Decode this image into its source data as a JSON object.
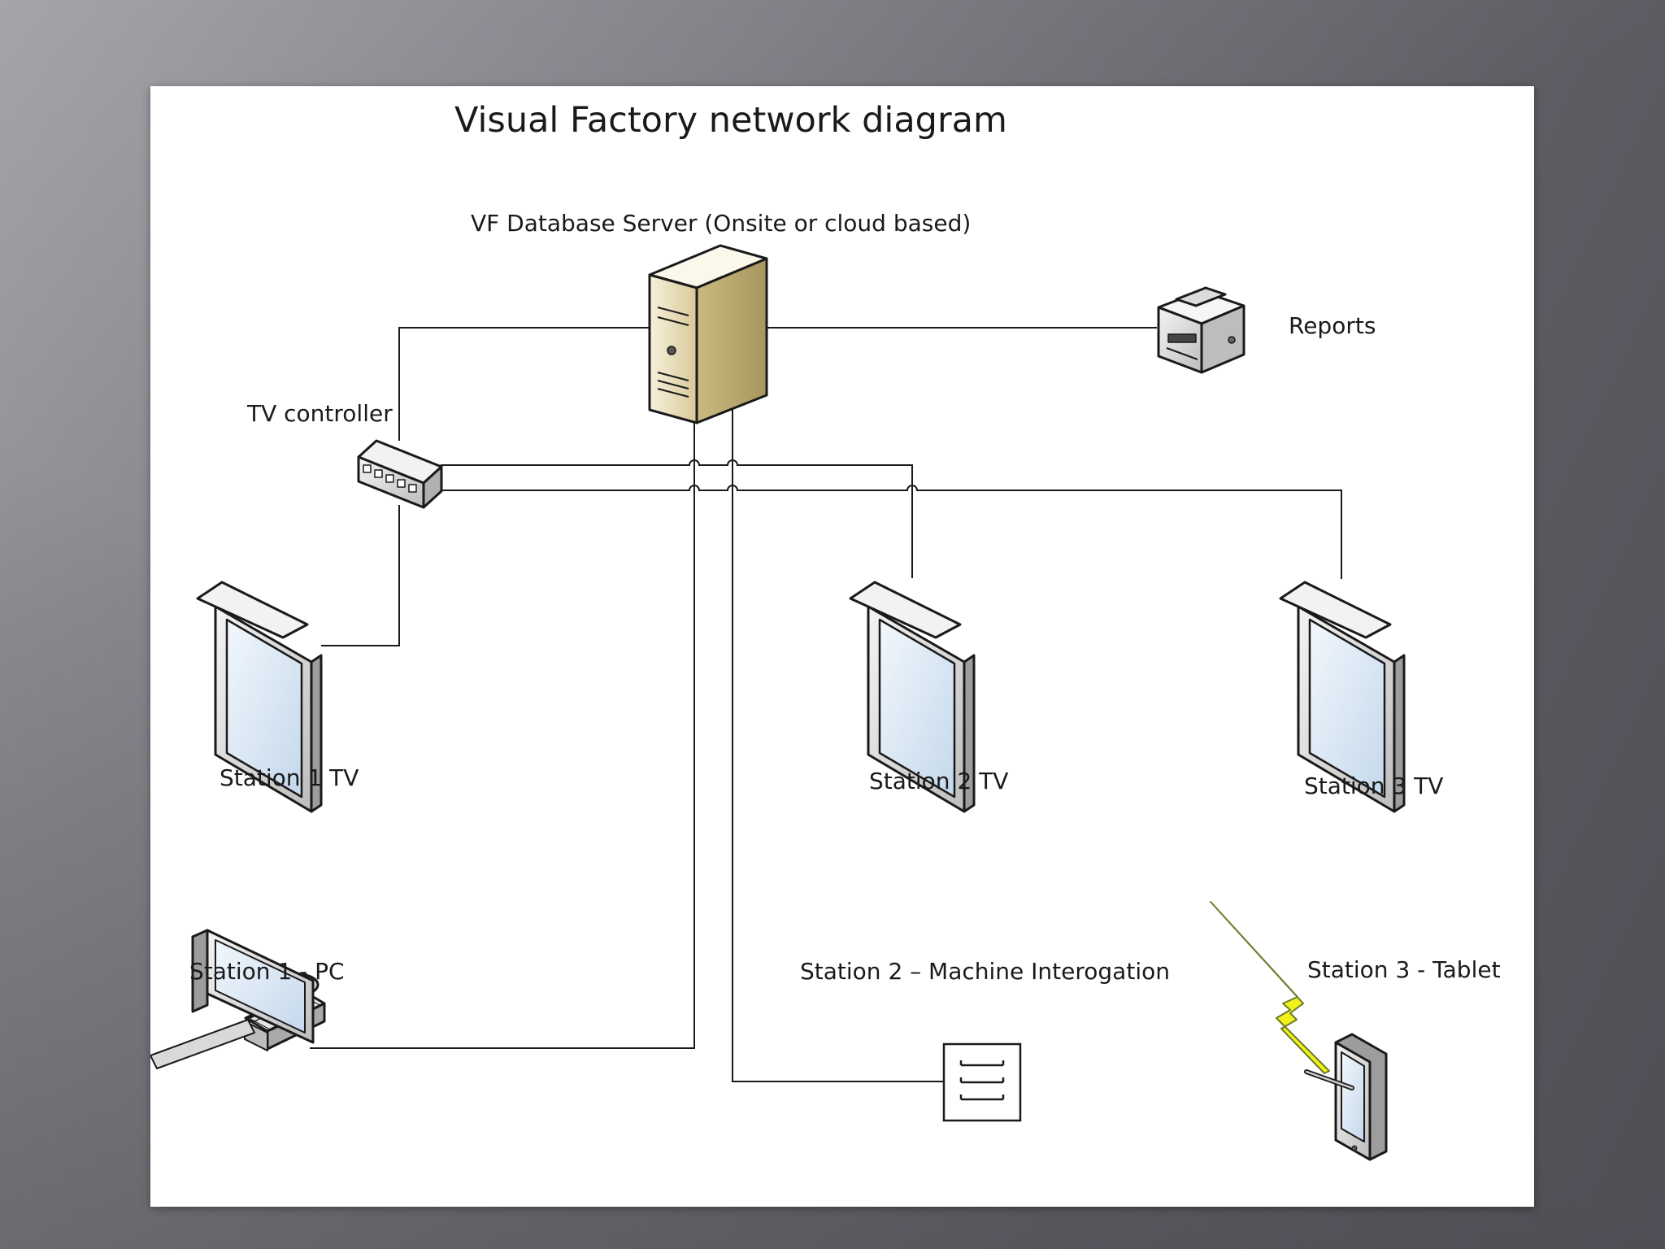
{
  "diagram": {
    "title": "Visual Factory network diagram",
    "nodes": {
      "server": {
        "label": "VF Database Server (Onsite or cloud based)",
        "icon": "server-icon"
      },
      "reports": {
        "label": "Reports",
        "icon": "printer-icon"
      },
      "tv_controller": {
        "label": "TV controller",
        "icon": "network-switch-icon"
      },
      "station1_tv": {
        "label": "Station 1 TV",
        "icon": "monitor-icon"
      },
      "station2_tv": {
        "label": "Station 2 TV",
        "icon": "monitor-icon"
      },
      "station3_tv": {
        "label": "Station 3 TV",
        "icon": "monitor-icon"
      },
      "station1_pc": {
        "label": "Station 1 - PC",
        "icon": "desktop-pc-icon"
      },
      "station2_machine": {
        "label": "Station 2 – Machine Interogation",
        "icon": "machine-interface-icon"
      },
      "station3_tablet": {
        "label": "Station 3 - Tablet",
        "icon": "tablet-icon"
      }
    },
    "wireless_icon": "lightning-bolt-icon",
    "colors": {
      "line": "#1a1a1a",
      "server_body": "#e8dcb8",
      "screen": "#d6e6f5",
      "bolt": "#f2f21a"
    }
  }
}
